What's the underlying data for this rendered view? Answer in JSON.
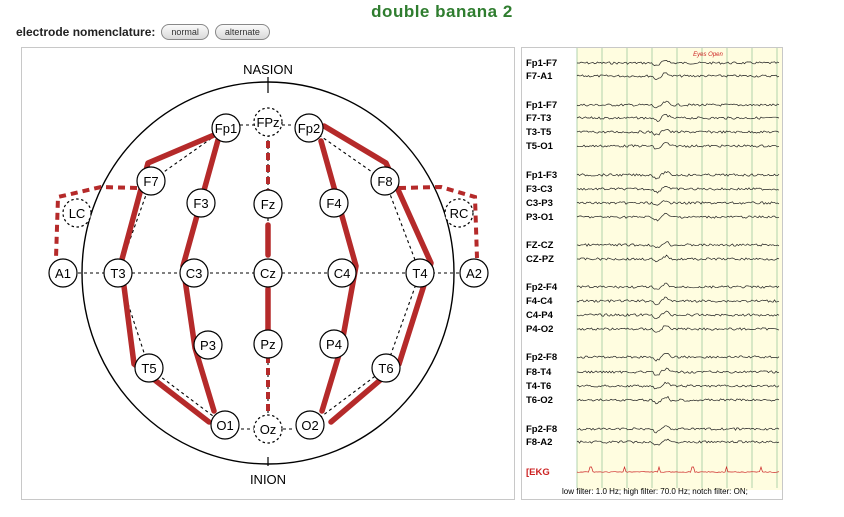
{
  "title": "double banana 2",
  "nomenclature": {
    "label": "electrode nomenclature:",
    "normal_label": "normal",
    "alternate_label": "alternate"
  },
  "head": {
    "nasion": "NASION",
    "inion": "INION",
    "electrodes": {
      "fp1": "Fp1",
      "fpz": "FPz",
      "fp2": "Fp2",
      "f7": "F7",
      "f3": "F3",
      "fz": "Fz",
      "f4": "F4",
      "f8": "F8",
      "lc": "LC",
      "rc": "RC",
      "a1": "A1",
      "t3": "T3",
      "c3": "C3",
      "cz": "Cz",
      "c4": "C4",
      "t4": "T4",
      "a2": "A2",
      "p3": "P3",
      "pz": "Pz",
      "p4": "P4",
      "t5": "T5",
      "t6": "T6",
      "o1": "O1",
      "oz": "Oz",
      "o2": "O2"
    }
  },
  "eeg": {
    "annotation": "Eyes Open",
    "channels": [
      "Fp1-F7",
      "F7-A1",
      "Fp1-F7",
      "F7-T3",
      "T3-T5",
      "T5-O1",
      "Fp1-F3",
      "F3-C3",
      "C3-P3",
      "P3-O1",
      "FZ-CZ",
      "CZ-PZ",
      "Fp2-F4",
      "F4-C4",
      "C4-P4",
      "P4-O2",
      "Fp2-F8",
      "F8-T4",
      "T4-T6",
      "T6-O2",
      "Fp2-F8",
      "F8-A2",
      "[EKG"
    ],
    "filter_text": "low filter: 1.0 Hz; high filter: 70.0 Hz; notch filter: ON;",
    "colors": {
      "background": "#fffde0",
      "gridline": "#9dc89d",
      "trace": "#222222",
      "ekg_label": "#cc2222",
      "annotation": "#cc2222"
    }
  },
  "colors": {
    "title": "#2f7d2f",
    "montage_line": "#b52a2a"
  }
}
